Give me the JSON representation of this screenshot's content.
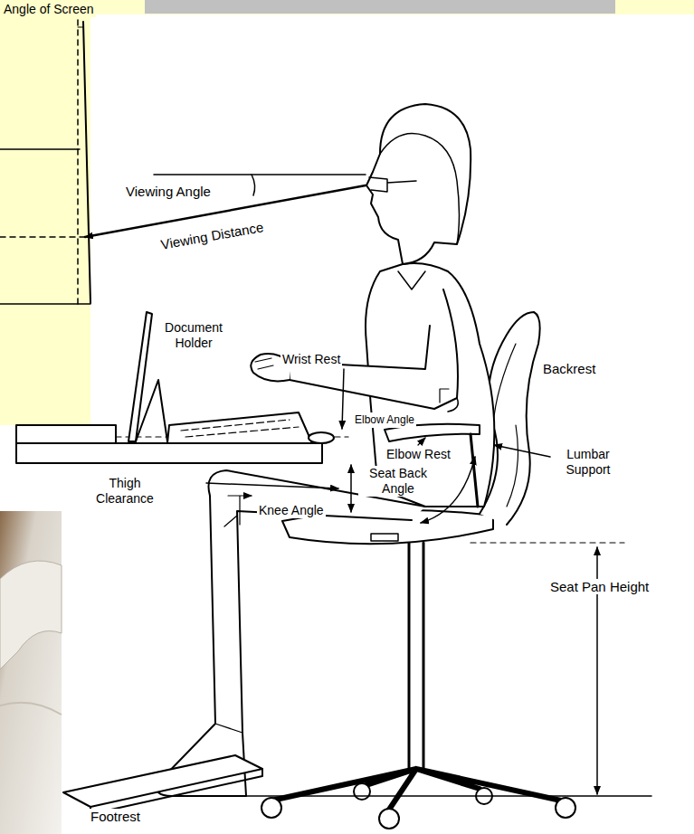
{
  "diagram": {
    "labels": [
      "Angle of Screen",
      "Viewing Angle",
      "Viewing Distance",
      "Document Holder",
      "Wrist Rest",
      "Backrest",
      "Elbow Angle",
      "Elbow Rest",
      "Lumbar Support",
      "Thigh Clearance",
      "Seat Back Angle",
      "Knee Angle",
      "Seat Pan Height",
      "Footrest"
    ]
  }
}
